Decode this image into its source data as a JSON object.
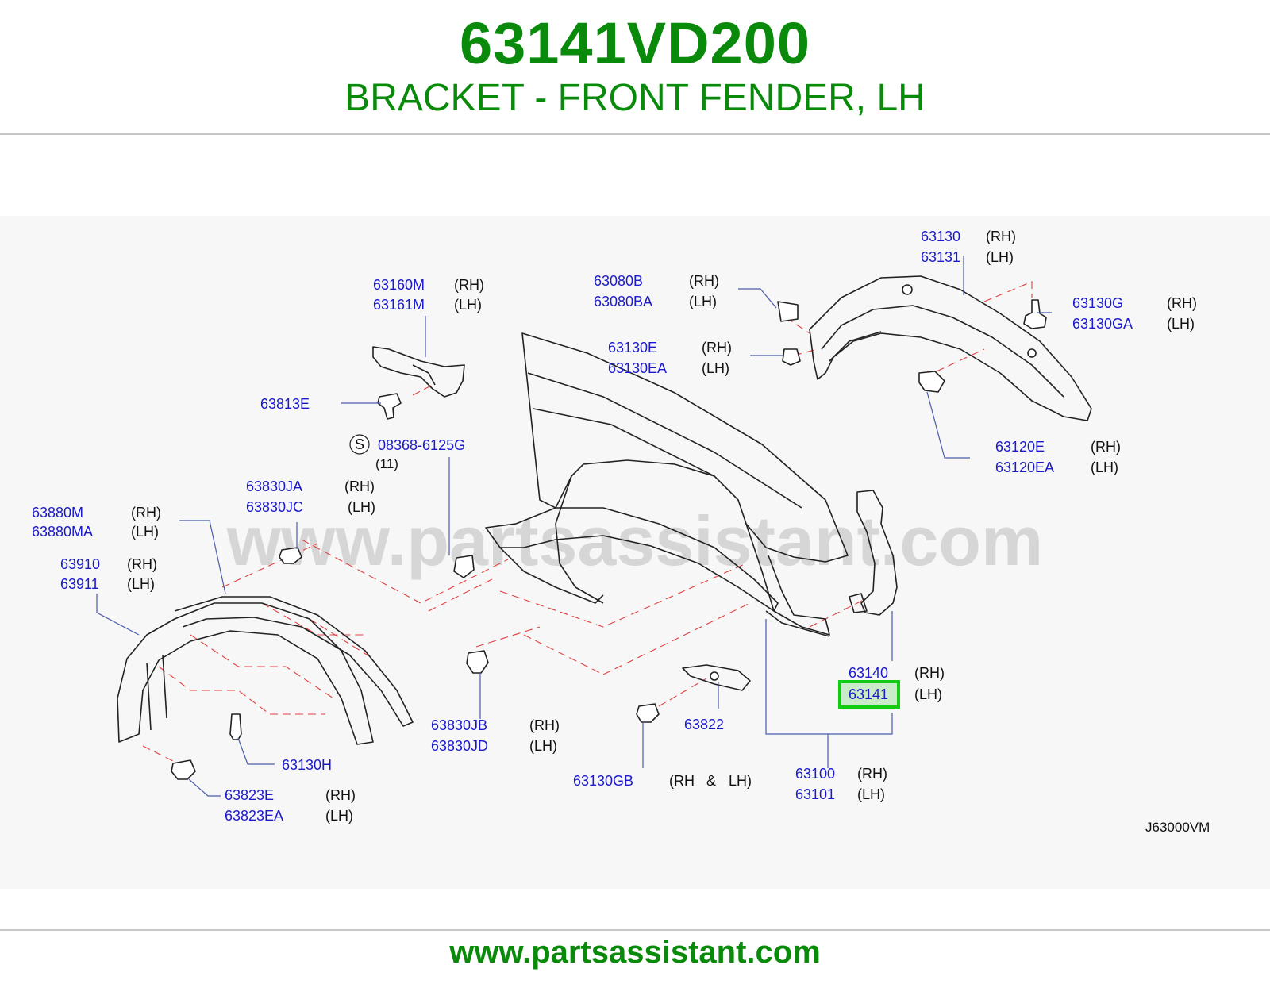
{
  "header": {
    "part_number": "63141VD200",
    "description": "BRACKET - FRONT FENDER, LH"
  },
  "watermark": "www.partsassistant.com",
  "footer": {
    "url": "www.partsassistant.com"
  },
  "diagram": {
    "reference_code": "J63000VM",
    "highlighted_part": "63141",
    "callouts": {
      "c63130": {
        "part": "63130",
        "side": "(RH)"
      },
      "c63131": {
        "part": "63131",
        "side": "(LH)"
      },
      "c63160m": {
        "part": "63160M",
        "side": "(RH)"
      },
      "c63161m": {
        "part": "63161M",
        "side": "(LH)"
      },
      "c63080b": {
        "part": "63080B",
        "side": "(RH)"
      },
      "c63080ba": {
        "part": "63080BA",
        "side": "(LH)"
      },
      "c63130g": {
        "part": "63130G",
        "side": "(RH)"
      },
      "c63130ga": {
        "part": "63130GA",
        "side": "(LH)"
      },
      "c63130e": {
        "part": "63130E",
        "side": "(RH)"
      },
      "c63130ea": {
        "part": "63130EA",
        "side": "(LH)"
      },
      "c63813e": {
        "part": "63813E"
      },
      "c08368": {
        "symbol": "S",
        "part": "08368-6125G",
        "qty": "(11)"
      },
      "c63120e": {
        "part": "63120E",
        "side": "(RH)"
      },
      "c63120ea": {
        "part": "63120EA",
        "side": "(LH)"
      },
      "c63830ja": {
        "part": "63830JA",
        "side": "(RH)"
      },
      "c63830jc": {
        "part": "63830JC",
        "side": "(LH)"
      },
      "c63880m": {
        "part": "63880M",
        "side": "(RH)"
      },
      "c63880ma": {
        "part": "63880MA",
        "side": "(LH)"
      },
      "c63910": {
        "part": "63910",
        "side": "(RH)"
      },
      "c63911": {
        "part": "63911",
        "side": "(LH)"
      },
      "c63140": {
        "part": "63140",
        "side": "(RH)"
      },
      "c63141": {
        "part": "63141",
        "side": "(LH)"
      },
      "c63830jb": {
        "part": "63830JB",
        "side": "(RH)"
      },
      "c63830jd": {
        "part": "63830JD",
        "side": "(LH)"
      },
      "c63822": {
        "part": "63822"
      },
      "c63130h": {
        "part": "63130H"
      },
      "c63130gb": {
        "part": "63130GB",
        "side_a": "(RH",
        "amp": "&",
        "side_b": "LH)"
      },
      "c63100": {
        "part": "63100",
        "side": "(RH)"
      },
      "c63101": {
        "part": "63101",
        "side": "(LH)"
      },
      "c63823e": {
        "part": "63823E",
        "side": "(RH)"
      },
      "c63823ea": {
        "part": "63823EA",
        "side": "(LH)"
      }
    }
  },
  "colors": {
    "header_green": "#0a8a0a",
    "part_number_blue": "#1a1acc",
    "highlight_green": "#11cc11",
    "dashed_red": "#e04040",
    "panel_bg": "#f7f7f7"
  }
}
